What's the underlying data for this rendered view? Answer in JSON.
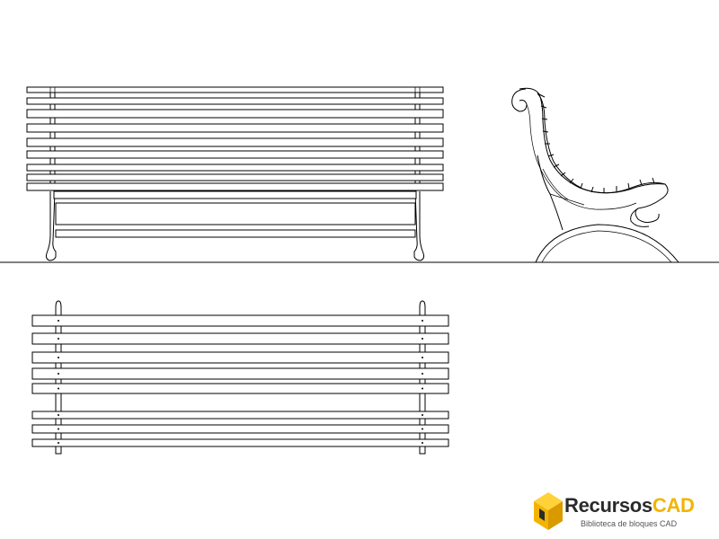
{
  "logo": {
    "brand_part1": "Recursos",
    "brand_part2": "CAD",
    "tagline": "Biblioteca de bloques CAD",
    "colors": {
      "yellow": "#f2b400",
      "dark": "#2b2b2b"
    }
  },
  "drawing": {
    "views": [
      "front-elevation",
      "side-elevation",
      "top-plan"
    ],
    "front_slat_count": 9,
    "plan_slat_count": 8,
    "line_color": "#000000"
  }
}
